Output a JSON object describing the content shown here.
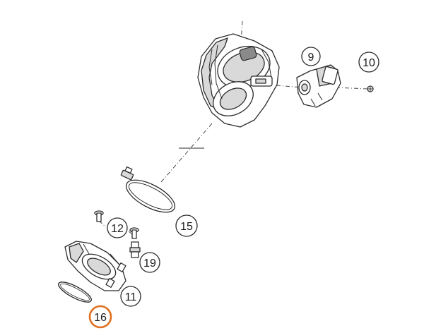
{
  "diagram": {
    "callouts": [
      {
        "id": "9",
        "label": "9",
        "highlighted": false
      },
      {
        "id": "10",
        "label": "10",
        "highlighted": false
      },
      {
        "id": "12",
        "label": "12",
        "highlighted": false
      },
      {
        "id": "15",
        "label": "15",
        "highlighted": false
      },
      {
        "id": "19",
        "label": "19",
        "highlighted": false
      },
      {
        "id": "11",
        "label": "11",
        "highlighted": false
      },
      {
        "id": "16",
        "label": "16",
        "highlighted": true
      }
    ],
    "colors": {
      "callout_stroke": "#2b2b2b",
      "highlight_stroke": "#e07020",
      "line": "#2b2b2b",
      "fill_grey": "#d9d9d9"
    }
  }
}
